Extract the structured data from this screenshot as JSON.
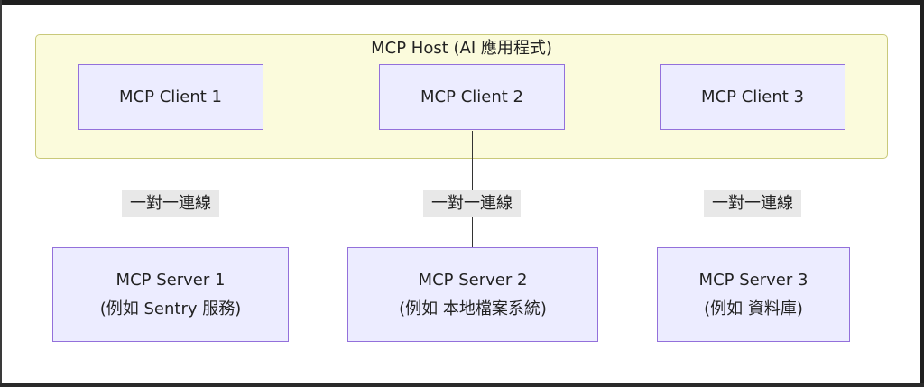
{
  "host": {
    "title": "MCP Host (AI 應用程式)"
  },
  "clients": [
    {
      "label": "MCP Client 1"
    },
    {
      "label": "MCP Client 2"
    },
    {
      "label": "MCP Client 3"
    }
  ],
  "edges": [
    {
      "label": "一對一連線"
    },
    {
      "label": "一對一連線"
    },
    {
      "label": "一對一連線"
    }
  ],
  "servers": [
    {
      "name": "MCP Server 1",
      "example": "(例如 Sentry 服務)"
    },
    {
      "name": "MCP Server 2",
      "example": "(例如 本地檔案系統)"
    },
    {
      "name": "MCP Server 3",
      "example": "(例如 資料庫)"
    }
  ],
  "colors": {
    "host_fill": "#fbfbdc",
    "host_border": "#c9c97a",
    "node_fill": "#ececff",
    "node_border": "#9370db",
    "edge_label_bg": "#e8e8e8",
    "line": "#333333"
  }
}
